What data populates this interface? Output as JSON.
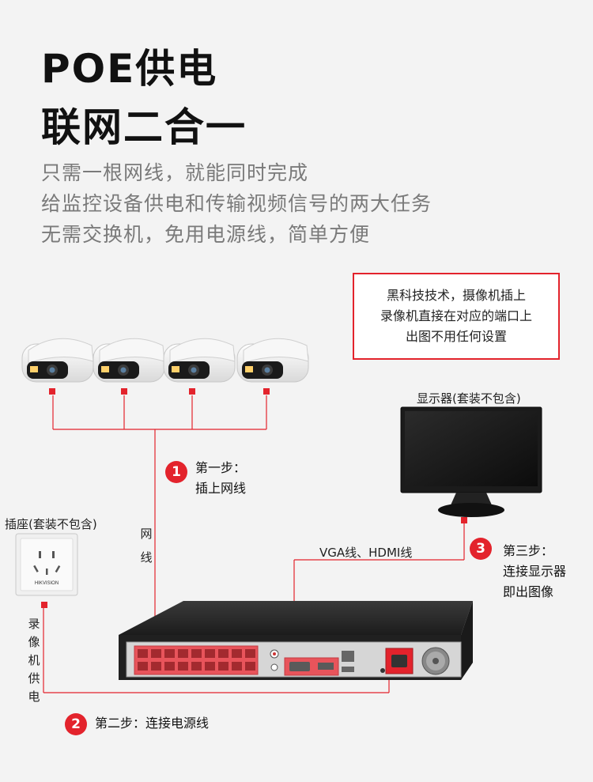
{
  "heading": {
    "line1": "POE供电",
    "line2": "联网二合一"
  },
  "subtitle": {
    "line1": "只需一根网线，就能同时完成",
    "line2": "给监控设备供电和传输视频信号的两大任务",
    "line3": "无需交换机，免用电源线，简单方便"
  },
  "note": {
    "line1": "黑科技技术，摄像机插上",
    "line2": "录像机直接在对应的端口上",
    "line3": "出图不用任何设置"
  },
  "labels": {
    "monitor": "显示器(套装不包含)",
    "socket": "插座(套装不包含)",
    "cable": "网线",
    "vga_hdmi": "VGA线、HDMI线",
    "power_supply": "录像机供电",
    "brand": "HIKVISION"
  },
  "steps": [
    {
      "number": "1",
      "line1": "第一步：",
      "line2": "插上网线"
    },
    {
      "number": "2",
      "line1": "第二步：连接电源线",
      "line2": ""
    },
    {
      "number": "3",
      "line1": "第三步：",
      "line2": "连接显示器",
      "line3": "即出图像"
    }
  ],
  "colors": {
    "accent": "#e3232c",
    "title": "#111111",
    "subtitle": "#7a7a7a",
    "background": "#f3f3f3"
  }
}
